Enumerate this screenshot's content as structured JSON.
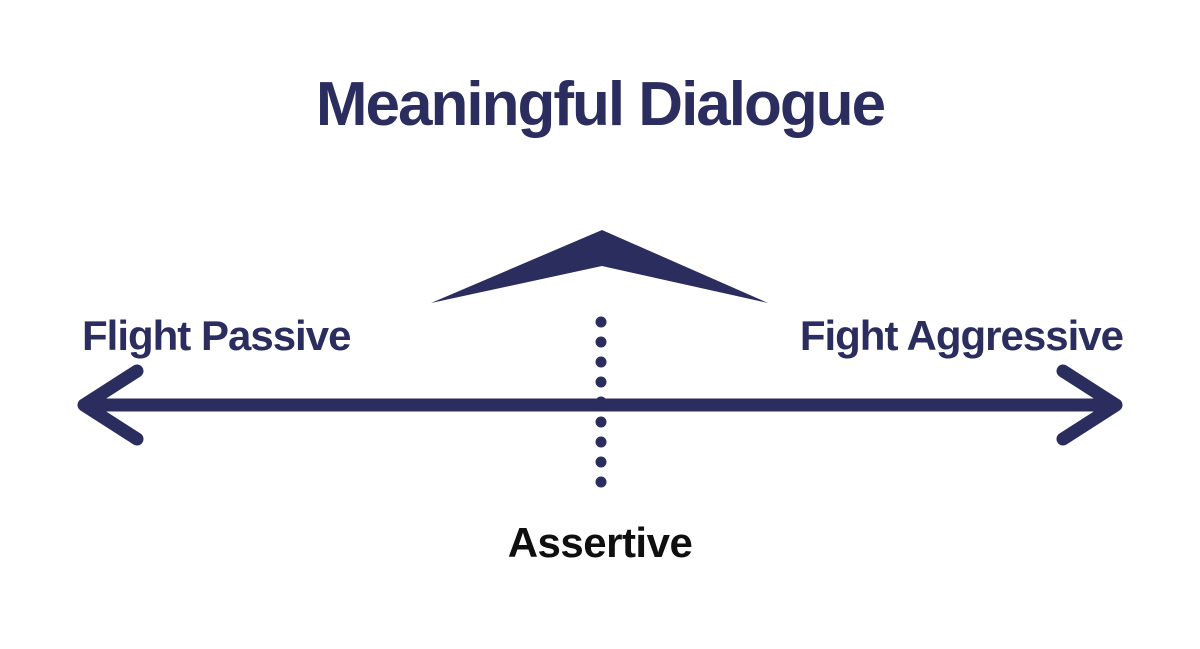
{
  "diagram": {
    "title": "Meaningful Dialogue",
    "labels": {
      "left": "Flight Passive",
      "right": "Fight Aggressive",
      "center": "Assertive"
    },
    "icons": {
      "peak": "chevron-peak-icon (wide tapered upward chevron above center)",
      "axis": "double-headed-arrow-icon (horizontal spectrum axis)",
      "divider": "vertical-dotted-line-icon (9 dots marking center point)"
    },
    "colors": {
      "navy": "#2b2d5e",
      "black": "#0f0f0f",
      "background": "#ffffff"
    }
  }
}
